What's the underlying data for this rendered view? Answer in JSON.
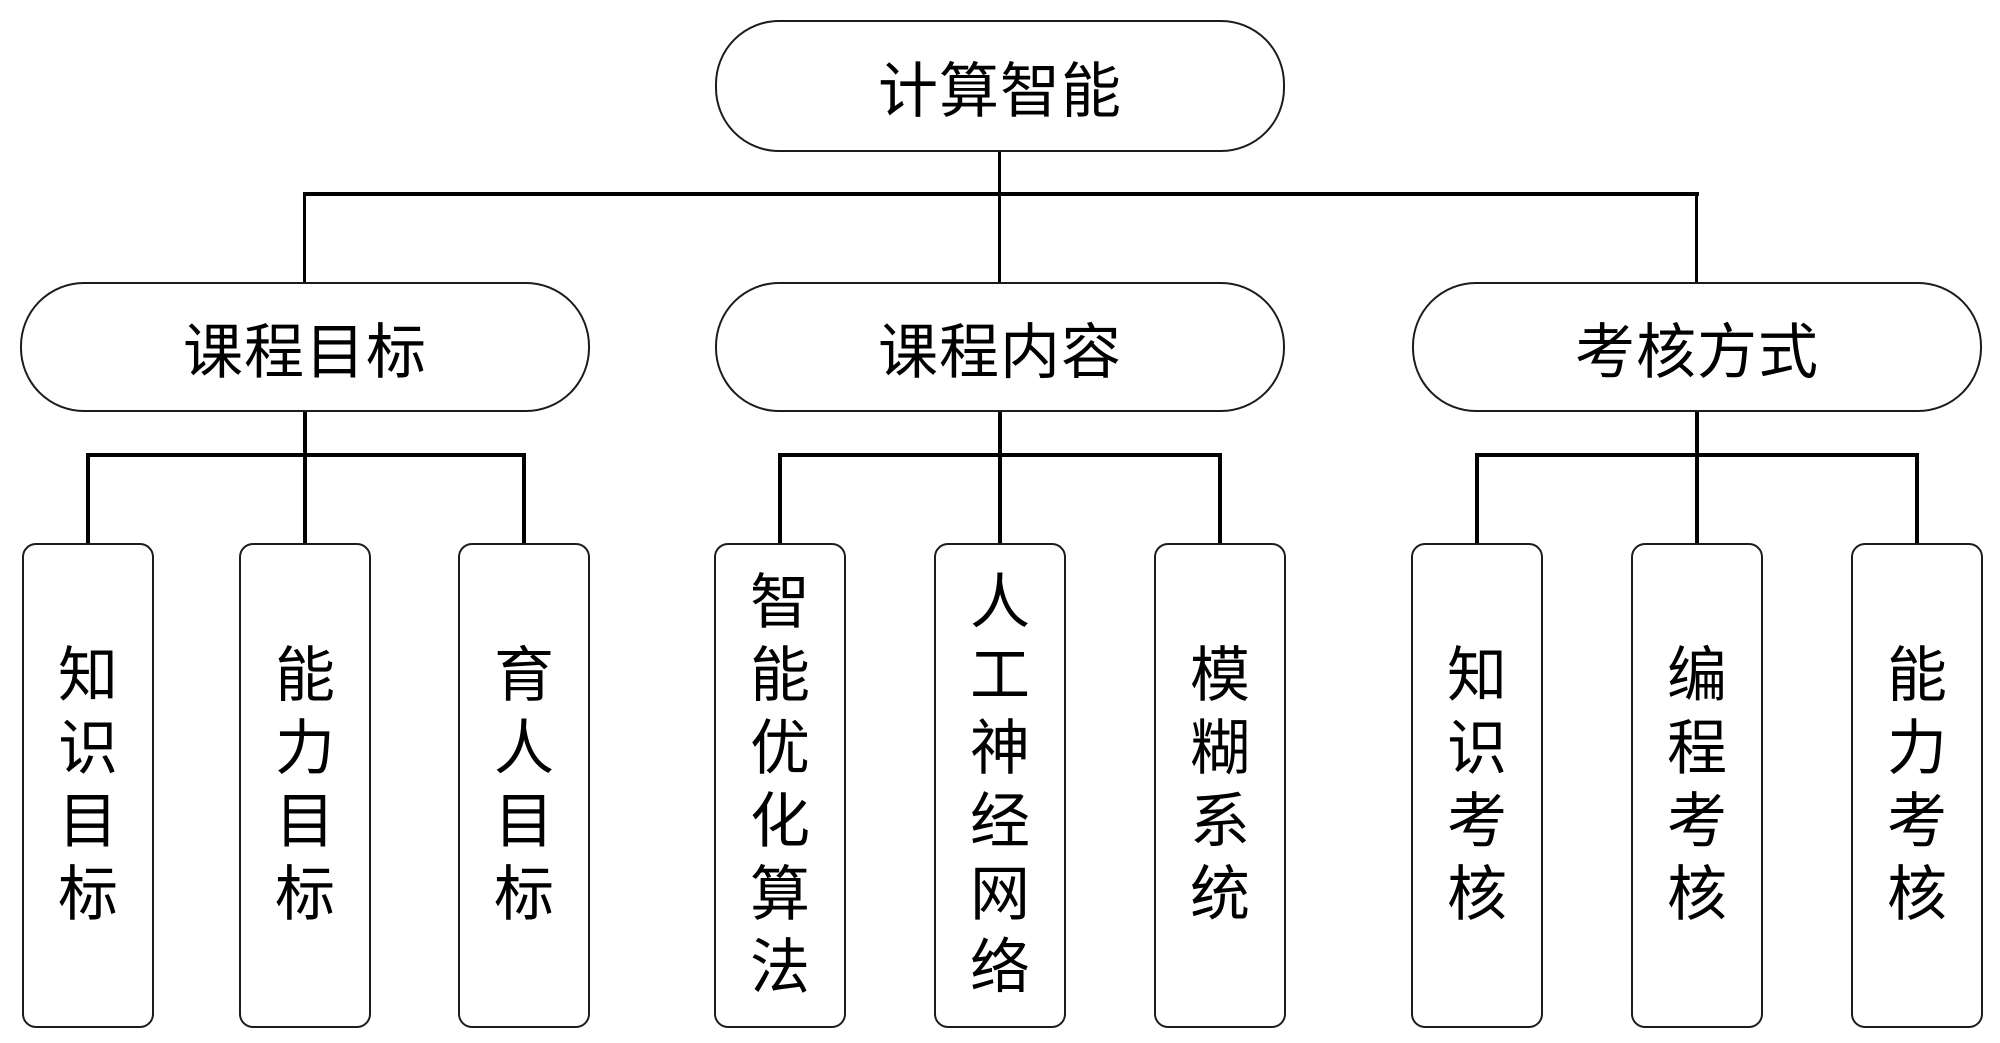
{
  "root": {
    "label": "计算智能"
  },
  "branches": [
    {
      "label": "课程目标",
      "children": [
        {
          "label": "知识目标"
        },
        {
          "label": "能力目标"
        },
        {
          "label": "育人目标"
        }
      ]
    },
    {
      "label": "课程内容",
      "children": [
        {
          "label": "智能优化算法"
        },
        {
          "label": "人工神经网络"
        },
        {
          "label": "模糊系统"
        }
      ]
    },
    {
      "label": "考核方式",
      "children": [
        {
          "label": "知识考核"
        },
        {
          "label": "编程考核"
        },
        {
          "label": "能力考核"
        }
      ]
    }
  ],
  "colors": {
    "background": "#ffffff",
    "line": "#000000",
    "border": "#1c1c1c",
    "text": "#000000"
  }
}
